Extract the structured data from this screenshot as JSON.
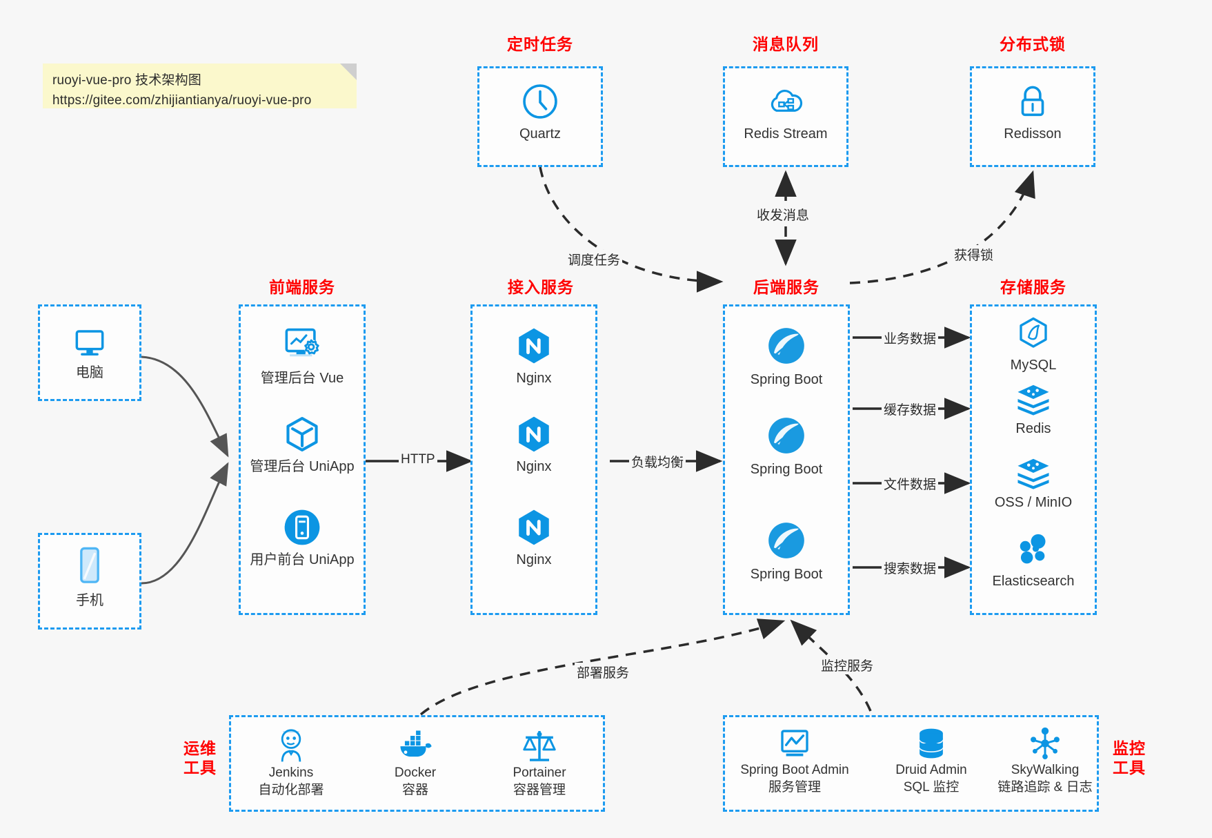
{
  "note": {
    "line1": "ruoyi-vue-pro 技术架构图",
    "line2": "https://gitee.com/zhijiantianya/ruoyi-vue-pro"
  },
  "sections": {
    "scheduled_task": "定时任务",
    "message_queue": "消息队列",
    "distributed_lock": "分布式锁",
    "frontend_service": "前端服务",
    "gateway_service": "接入服务",
    "backend_service": "后端服务",
    "storage_service": "存储服务",
    "devops_tools_l1": "运维",
    "devops_tools_l2": "工具",
    "monitor_tools_l1": "监控",
    "monitor_tools_l2": "工具"
  },
  "nodes": {
    "quartz": "Quartz",
    "redis_stream": "Redis Stream",
    "redisson": "Redisson",
    "computer": "电脑",
    "phone": "手机",
    "admin_vue": "管理后台 Vue",
    "admin_uniapp": "管理后台 UniApp",
    "user_uniapp": "用户前台 UniApp",
    "nginx1": "Nginx",
    "nginx2": "Nginx",
    "nginx3": "Nginx",
    "springboot1": "Spring Boot",
    "springboot2": "Spring Boot",
    "springboot3": "Spring Boot",
    "mysql": "MySQL",
    "redis": "Redis",
    "oss_minio": "OSS / MinIO",
    "elasticsearch": "Elasticsearch",
    "jenkins_name": "Jenkins",
    "jenkins_desc": "自动化部署",
    "docker_name": "Docker",
    "docker_desc": "容器",
    "portainer_name": "Portainer",
    "portainer_desc": "容器管理",
    "sba_name": "Spring Boot Admin",
    "sba_desc": "服务管理",
    "druid_name": "Druid Admin",
    "druid_desc": "SQL 监控",
    "skywalking_name": "SkyWalking",
    "skywalking_desc": "链路追踪 & 日志"
  },
  "edges": {
    "schedule_task": "调度任务",
    "send_receive_msg": "收发消息",
    "acquire_lock": "获得锁",
    "http": "HTTP",
    "load_balance": "负载均衡",
    "business_data": "业务数据",
    "cache_data": "缓存数据",
    "file_data": "文件数据",
    "search_data": "搜索数据",
    "deploy_service": "部署服务",
    "monitor_service": "监控服务"
  },
  "colors": {
    "accent_blue": "#1d9bf0",
    "icon_blue": "#0c95e3",
    "caption_red": "#ff0000",
    "arrow_gray": "#555555",
    "arrow_dark": "#2b2b2b",
    "sticky_yellow": "#fbf8cc",
    "background": "#f7f7f7"
  }
}
